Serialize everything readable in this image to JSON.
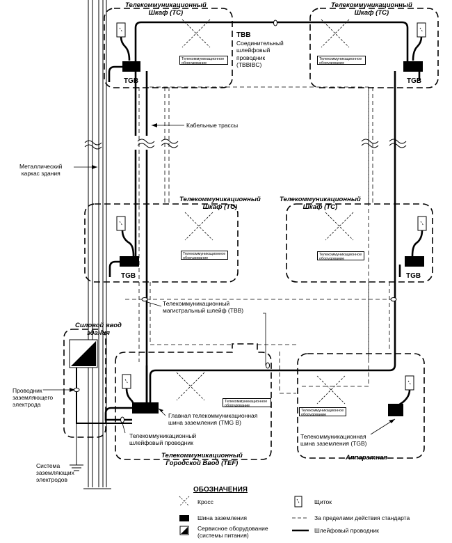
{
  "closets": {
    "top_left": {
      "title_line1": "Телекоммуникационный",
      "title_line2": "Шкаф (ТС)",
      "bus": "TGB",
      "equipment": "Телекоммуникационное оборудование"
    },
    "top_right": {
      "title_line1": "Телекоммуникационный",
      "title_line2": "Шкаф (ТС)",
      "bus": "TGB",
      "equipment": "Телекоммуникационное оборудование"
    },
    "mid_left": {
      "title_line1": "Телекоммуникационный",
      "title_line2": "Шкаф (ТС)",
      "bus": "TGB",
      "equipment": "Телекоммуникационное оборудование"
    },
    "mid_right": {
      "title_line1": "Телекоммуникационный",
      "title_line2": "Шкаф (ТС)",
      "bus": "TGB",
      "equipment": "Телекоммуникационное оборудование"
    }
  },
  "tbb_top": {
    "abbr": "TBB",
    "l1": "Соединительный",
    "l2": "шлейфовый",
    "l3": "проводник",
    "l4": "(TBBIBC)"
  },
  "cable_routes": "Кабельные трассы",
  "metal_frame": {
    "l1": "Металлический",
    "l2": "каркас здания"
  },
  "tbb_main": {
    "l1": "Телекоммуникационный",
    "l2": "магистральный шлейф (TBB)"
  },
  "power_entrance": {
    "l1": "Силовой ввод",
    "l2": "здания"
  },
  "grounding_conductor": {
    "l1": "Проводник",
    "l2": "заземляющего",
    "l3": "электрода"
  },
  "tmgb": {
    "l1": "Главная телекоммуникационная",
    "l2": "шина заземления (TMG B)"
  },
  "bonding_conductor": {
    "l1": "Телекоммуникационный",
    "l2": "шлейфовый проводник"
  },
  "tef": {
    "l1": "Телекоммуникационный",
    "l2": "Городской Ввод (TEF)",
    "equipment": "Телекоммуникационное оборудование"
  },
  "equipment_room": {
    "title": "Аппаратная",
    "equipment": "Телекоммуникационное оборудование",
    "tgb_l1": "Телекоммуникационная",
    "tgb_l2": "шина заземления (TGB)"
  },
  "electrode_system": {
    "l1": "Система",
    "l2": "заземляющих",
    "l3": "электродов"
  },
  "legend": {
    "title": "ОБОЗНАЧЕНИЯ",
    "cross": "Кросс",
    "panel": "Щиток",
    "bus": "Шина заземления",
    "outside": "За пределами действия стандарта",
    "service_l1": "Сервисное оборудование",
    "service_l2": "(системы питания)",
    "bonding": "Шлейфовый проводник"
  }
}
